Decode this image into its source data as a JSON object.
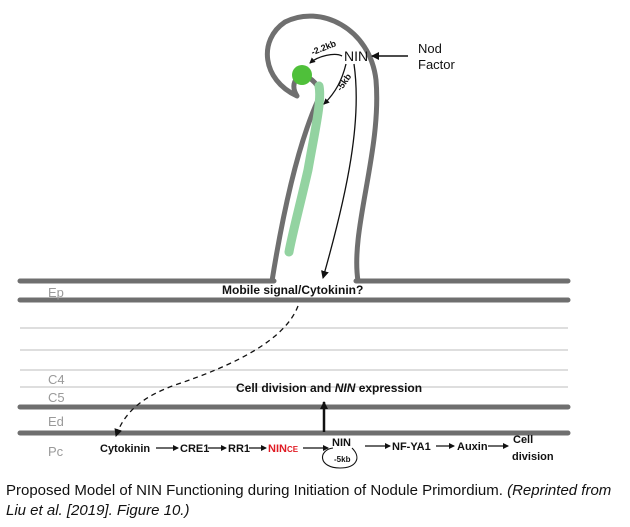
{
  "labels": {
    "nin_top": "NIN",
    "nod_factor_line1": "Nod",
    "nod_factor_line2": "Factor",
    "promoter_22kb": "-2.2kb",
    "promoter_5kb_top": "-5kb",
    "mobile_signal": "Mobile signal/Cytokinin?",
    "cell_division_prefix": "Cell division and ",
    "cell_division_nin": "NIN",
    "cell_division_suffix": " expression"
  },
  "layers": [
    "Ep",
    "C4",
    "C5",
    "Ed",
    "Pc"
  ],
  "pathway": {
    "cytokinin": "Cytokinin",
    "cre1": "CRE1",
    "rr1": "RR1",
    "nin_ce_main": "NIN",
    "nin_ce_sub": "CE",
    "nin": "NIN",
    "nin_5kb": "-5kb",
    "nfya1": "NF-YA1",
    "auxin": "Auxin",
    "outcome_line1": "Cell",
    "outcome_line2": "division"
  },
  "caption": {
    "main": "Proposed Model of NIN Functioning during Initiation of Nodule Primordium.",
    "reference": "(Reprinted from Liu et al. [2019]. Figure 10.)"
  },
  "colors": {
    "membrane": "#6f6f6f",
    "thin_line": "#bdbdbd",
    "thread": "#93d3a1",
    "nucleus": "#4fc03a",
    "nin_ce": "#e01b24",
    "text": "#111111",
    "layer_label": "#9a9a9a"
  }
}
